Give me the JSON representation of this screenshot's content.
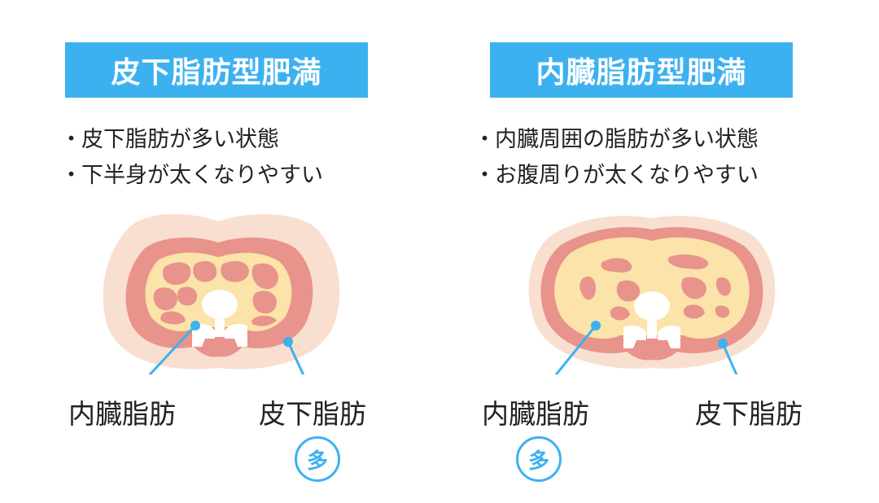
{
  "panels": [
    {
      "title": "皮下脂肪型肥満",
      "bullets": [
        {
          "dot": "・",
          "text": "皮下脂肪が多い状態"
        },
        {
          "dot": "・",
          "text": "下半身が太くなりやすい"
        }
      ],
      "labels": {
        "visceral": "内臓脂肪",
        "subcutaneous": "皮下脂肪"
      },
      "badge": {
        "text": "多",
        "attached_to": "subcutaneous"
      }
    },
    {
      "title": "内臓脂肪型肥満",
      "bullets": [
        {
          "dot": "・",
          "text": "内臓周囲の脂肪が多い状態"
        },
        {
          "dot": "・",
          "text": "お腹周りが太くなりやすい"
        }
      ],
      "labels": {
        "visceral": "内臓脂肪",
        "subcutaneous": "皮下脂肪"
      },
      "badge": {
        "text": "多",
        "attached_to": "visceral"
      }
    }
  ],
  "colors": {
    "accent": "#3cb1f0",
    "skin": "#f9dfcf",
    "muscle": "#e8938b",
    "fat": "#fbe3a9",
    "bone": "#ffffff"
  }
}
